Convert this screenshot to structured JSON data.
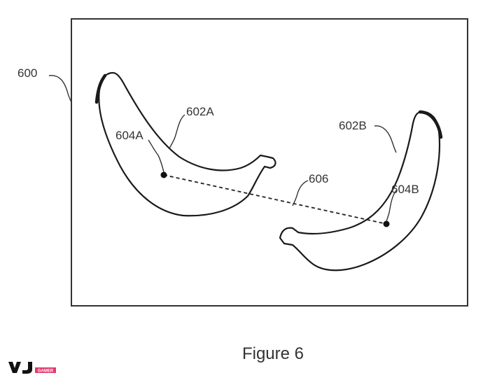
{
  "labels": {
    "frame": "600",
    "object_a": "602A",
    "object_b": "602B",
    "point_a": "604A",
    "point_b": "604B",
    "connector": "606"
  },
  "caption": "Figure 6",
  "watermark": "VJ GAMER"
}
